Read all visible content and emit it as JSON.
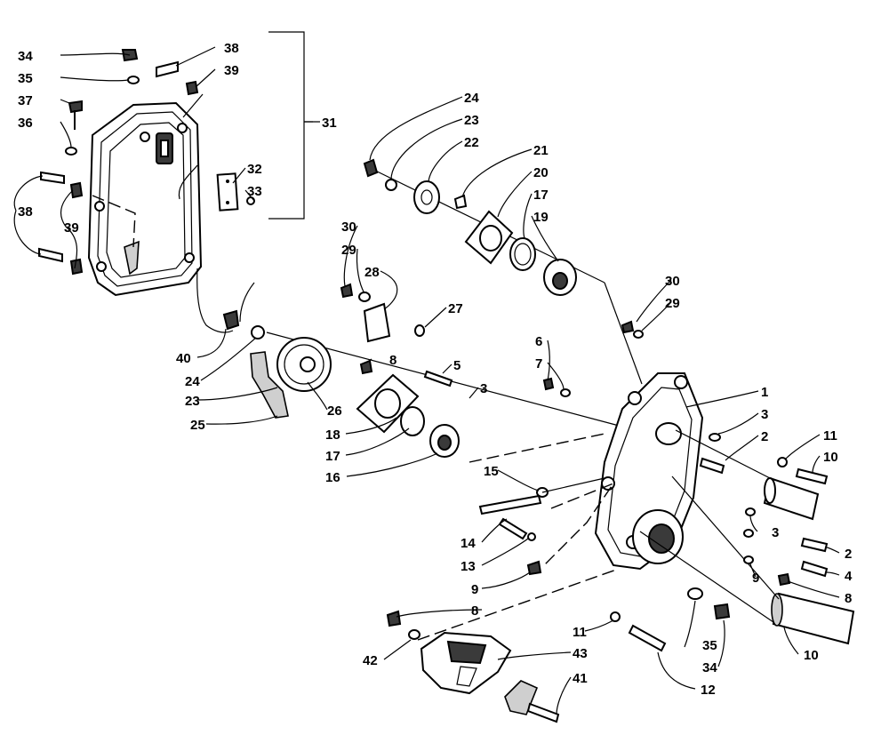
{
  "callouts": {
    "c1": "1",
    "c2a": "2",
    "c2b": "2",
    "c3a": "3",
    "c3b": "3",
    "c3c": "3",
    "c4": "4",
    "c5": "5",
    "c6": "6",
    "c7": "7",
    "c8a": "8",
    "c8b": "8",
    "c8c": "8",
    "c9a": "9",
    "c9b": "9",
    "c10a": "10",
    "c10b": "10",
    "c11a": "11",
    "c11b": "11",
    "c12": "12",
    "c13": "13",
    "c14": "14",
    "c15": "15",
    "c16": "16",
    "c17a": "17",
    "c17b": "17",
    "c18": "18",
    "c19": "19",
    "c20": "20",
    "c21": "21",
    "c22": "22",
    "c23a": "23",
    "c23b": "23",
    "c24a": "24",
    "c24b": "24",
    "c25": "25",
    "c26": "26",
    "c27": "27",
    "c28": "28",
    "c29a": "29",
    "c29b": "29",
    "c30a": "30",
    "c30b": "30",
    "c31": "31",
    "c32": "32",
    "c33": "33",
    "c34a": "34",
    "c34b": "34",
    "c35a": "35",
    "c35b": "35",
    "c36": "36",
    "c37": "37",
    "c38a": "38",
    "c38b": "38",
    "c39a": "39",
    "c39b": "39",
    "c40": "40",
    "c41": "41",
    "c42": "42",
    "c43": "43"
  }
}
